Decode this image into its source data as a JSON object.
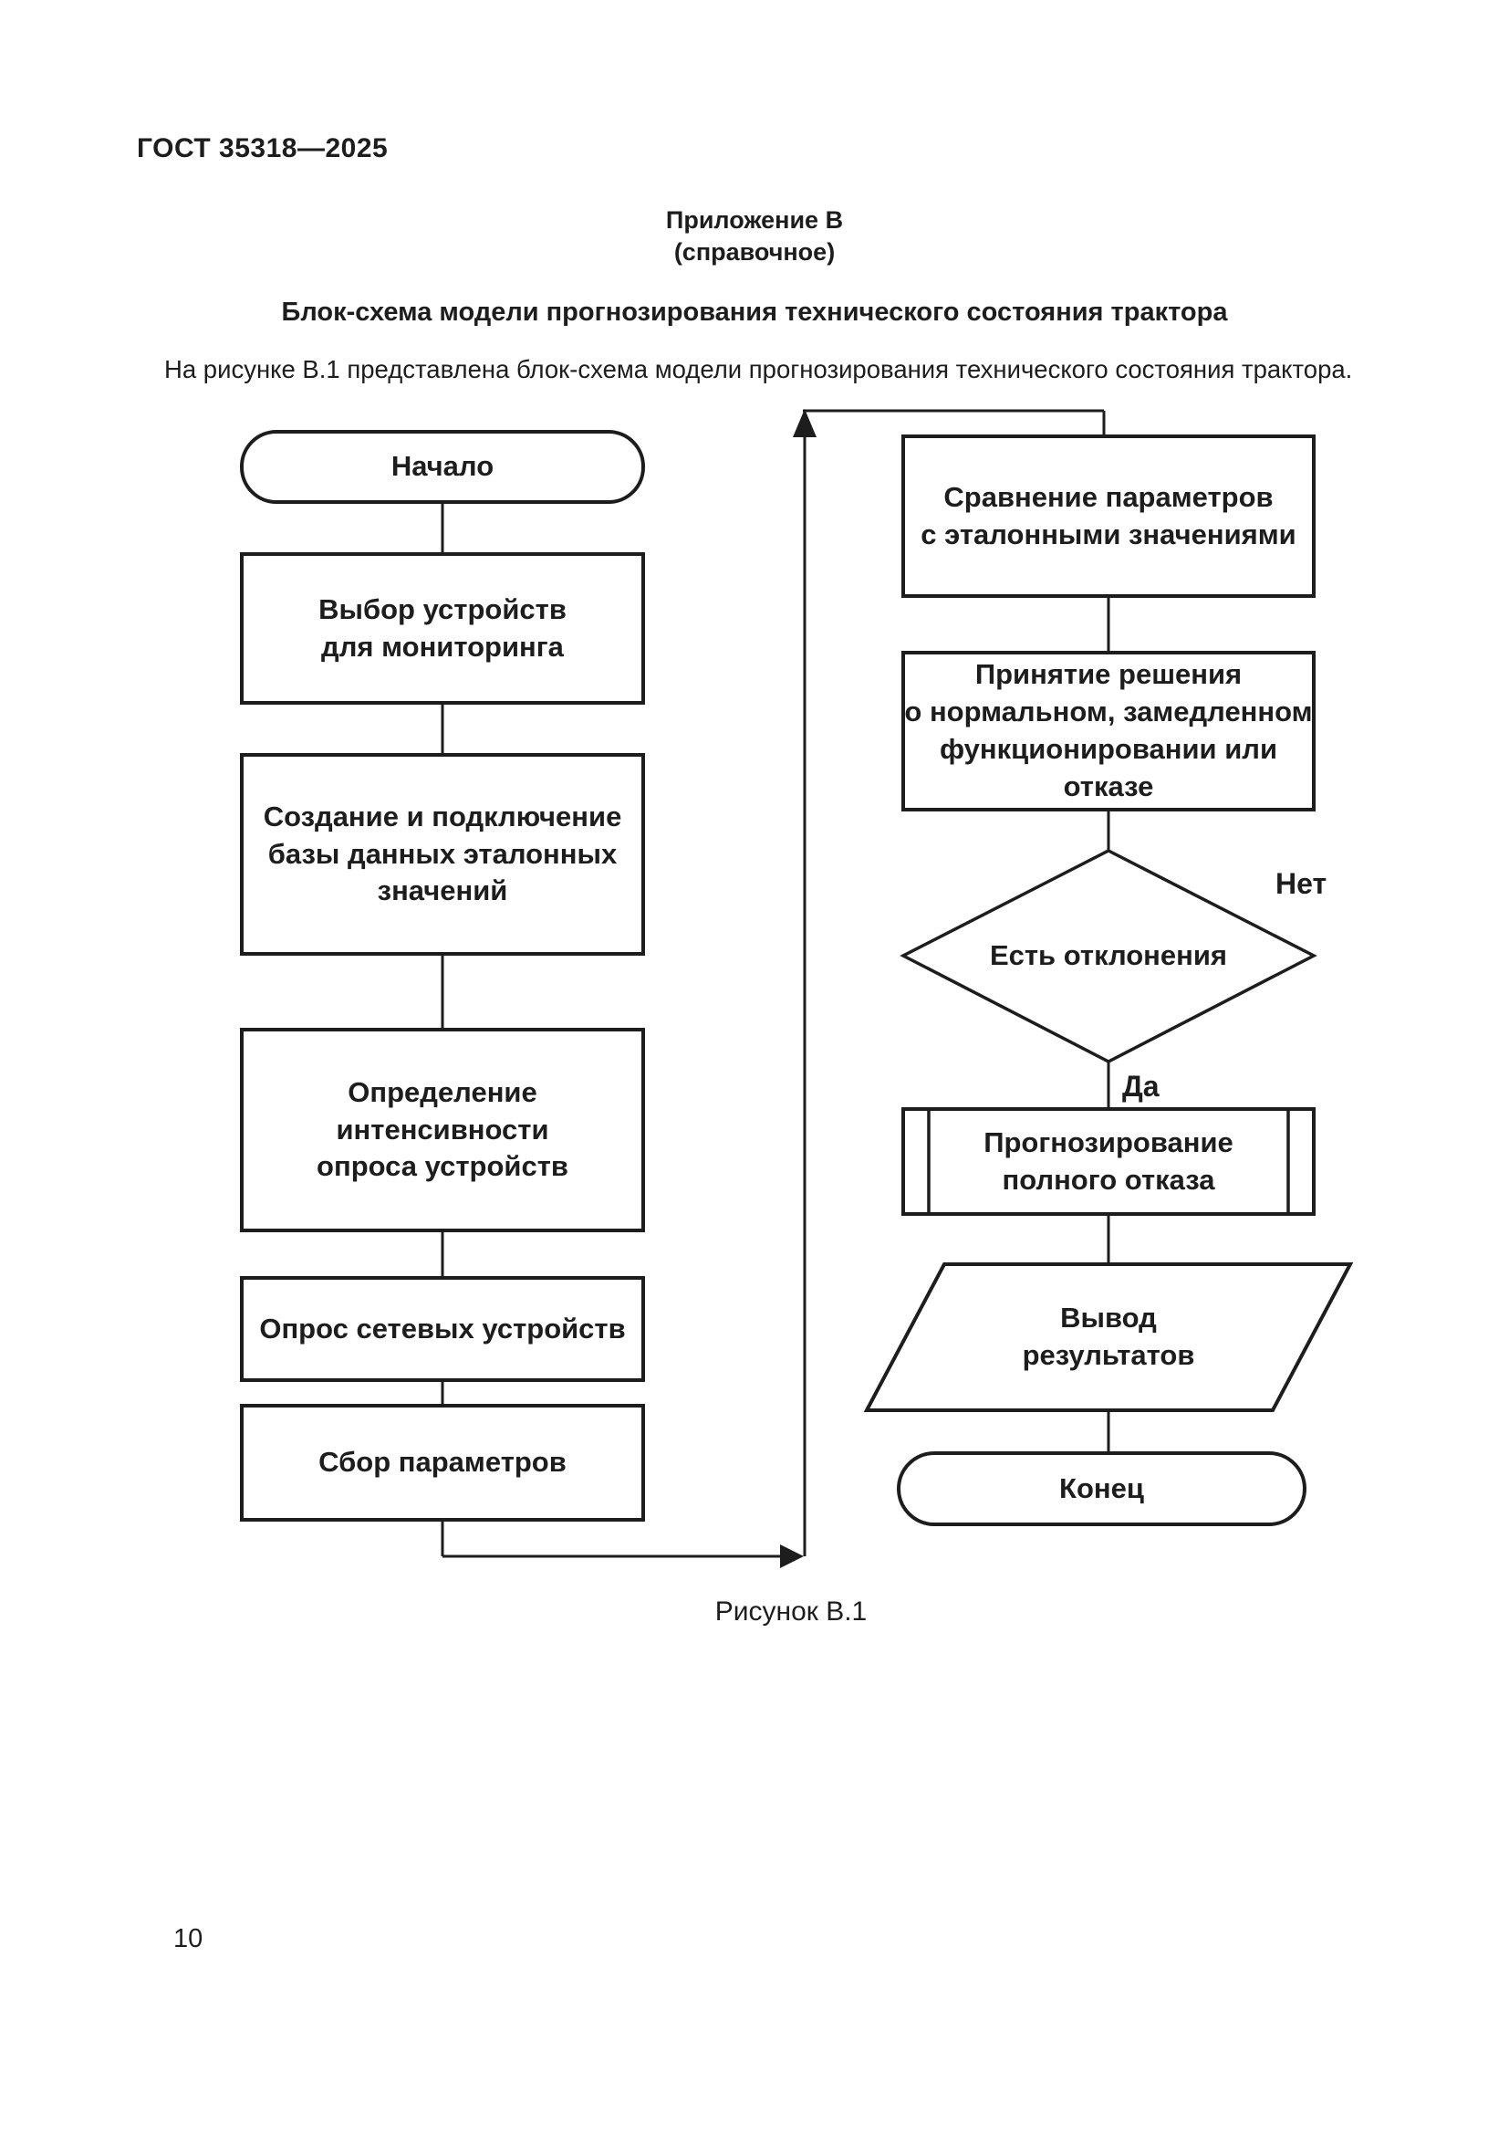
{
  "doc": {
    "standard_number": "ГОСТ 35318—2025",
    "page_number": "10"
  },
  "appendix": {
    "heading": "Приложение В",
    "note": "(справочное)",
    "title": "Блок-схема модели прогнозирования технического состояния трактора"
  },
  "intro": {
    "text": "На рисунке В.1 представлена блок-схема модели прогнозирования технического состояния трактора."
  },
  "figure": {
    "caption": "Рисунок В.1"
  },
  "colors": {
    "ink": "#1d1d1d",
    "paper": "#ffffff"
  },
  "flowchart": {
    "nodes": {
      "start": {
        "type": "terminator",
        "label": "Начало"
      },
      "select_devices": {
        "type": "process",
        "label": "Выбор устройств\nдля мониторинга"
      },
      "create_db": {
        "type": "process",
        "label": "Создание и подключение\nбазы данных эталонных\nзначений"
      },
      "define_intensity": {
        "type": "process",
        "label": "Определение интенсивности\nопроса устройств"
      },
      "poll_devices": {
        "type": "process",
        "label": "Опрос сетевых устройств"
      },
      "collect_params": {
        "type": "process",
        "label": "Сбор параметров"
      },
      "compare_params": {
        "type": "process",
        "label": "Сравнение параметров\nс эталонными значениями"
      },
      "make_decision": {
        "type": "process",
        "label": "Принятие решения\nо нормальном, замедленном\nфункционировании или отказе"
      },
      "deviations_check": {
        "type": "decision",
        "label": "Есть отклонения"
      },
      "forecast_failure": {
        "type": "predefined-process",
        "label": "Прогнозирование\nполного отказа"
      },
      "output_results": {
        "type": "input-output",
        "label": "Вывод\nрезультатов"
      },
      "end": {
        "type": "terminator",
        "label": "Конец"
      }
    },
    "branch_labels": {
      "no": "Нет",
      "yes": "Да"
    }
  }
}
